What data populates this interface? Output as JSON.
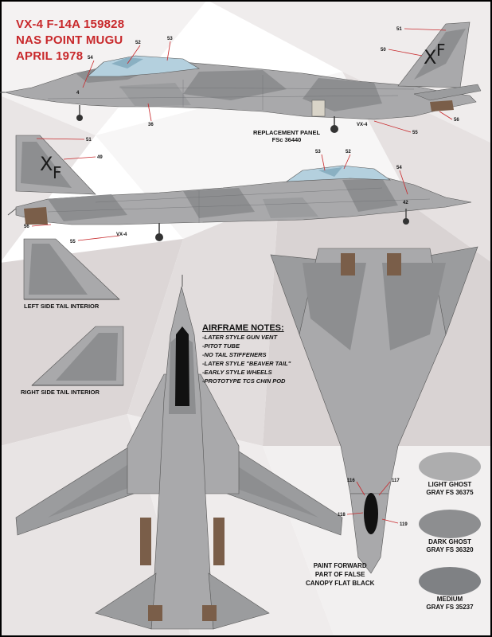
{
  "title": {
    "line1": "VX-4 F-14A 159828",
    "line2": "NAS POINT MUGU",
    "line3": "APRIL 1978"
  },
  "labels": {
    "replacement_panel_line1": "REPLACEMENT PANEL",
    "replacement_panel_line2": "FSc 36440",
    "left_tail": "LEFT SIDE TAIL INTERIOR",
    "right_tail": "RIGHT SIDE TAIL INTERIOR",
    "paint_forward": [
      "PAINT FORWARD",
      "PART OF FALSE",
      "CANOPY FLAT BLACK"
    ]
  },
  "airframe_notes": {
    "heading": "AIRFRAME NOTES:",
    "items": [
      "-LATER STYLE GUN VENT",
      "-PITOT TUBE",
      "-NO TAIL STIFFENERS",
      "-LATER STYLE \"BEAVER TAIL\"",
      "-EARLY STYLE WHEELS",
      "-PROTOTYPE TCS CHIN POD"
    ]
  },
  "markings": {
    "tail_code": "XF",
    "side_code": "VX-4",
    "nose_number_side1": "4",
    "nose_number_side2": "42"
  },
  "callouts": {
    "side1": [
      "51",
      "50",
      "54",
      "52",
      "53",
      "36",
      "55",
      "56"
    ],
    "side2": [
      "51",
      "49",
      "53",
      "52",
      "54",
      "56",
      "55"
    ],
    "bottom": [
      "116",
      "117",
      "118",
      "119"
    ]
  },
  "swatches": [
    {
      "line1": "LIGHT GHOST",
      "line2": "GRAY FS 36375",
      "color": "#adadae"
    },
    {
      "line1": "DARK GHOST",
      "line2": "GRAY FS 36320",
      "color": "#8d8e90"
    },
    {
      "line1": "MEDIUM",
      "line2": "GRAY FS 35237",
      "color": "#7f8184"
    }
  ],
  "colors": {
    "light_ghost": "#adadae",
    "dark_ghost": "#8d8e90",
    "medium_gray": "#7f8184",
    "brown": "#7a5e49",
    "canopy": "#b4d0de",
    "callout_red": "#c8282b",
    "title_red": "#c8282b"
  }
}
